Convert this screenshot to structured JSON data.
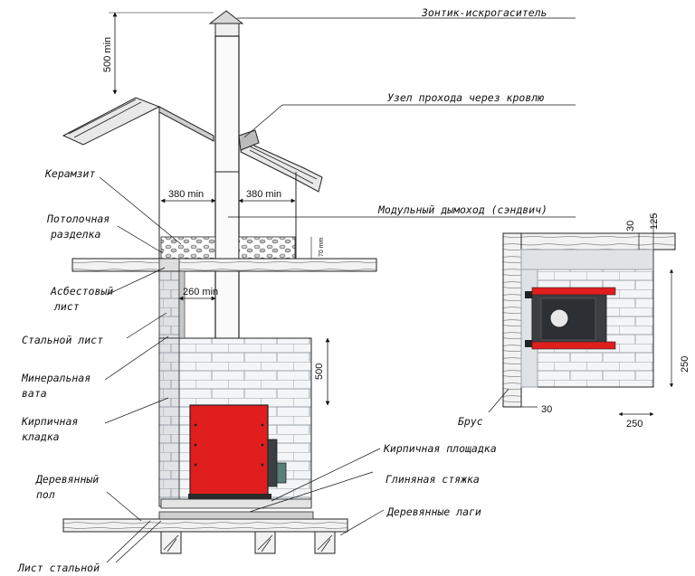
{
  "labels": {
    "spark_arrester": "Зонтик-искрогаситель",
    "roof_pass": "Узел прохода через кровлю",
    "modular_chimney": "Модульный дымоход (сэндвич)",
    "keramzit": "Керамзит",
    "ceiling_cut_1": "Потолочная",
    "ceiling_cut_2": "разделка",
    "asbestos_1": "Асбестовый",
    "asbestos_2": "лист",
    "steel_sheet": "Стальной лист",
    "mineral_wool_1": "Минеральная",
    "mineral_wool_2": "вата",
    "brickwork_1": "Кирпичная",
    "brickwork_2": "кладка",
    "wood_floor_1": "Деревянный",
    "wood_floor_2": "пол",
    "steel_sheet_floor": "Лист стальной",
    "brick_platform": "Кирпичная площадка",
    "clay_screed": "Глиняная стяжка",
    "wood_joists": "Деревянные лаги",
    "beam": "Брус"
  },
  "dimensions": {
    "top_min": "500 min",
    "left_gap": "380 min",
    "right_gap": "380 min",
    "side_gap": "260 min",
    "wall_500": "500",
    "layer_70": "70 mm",
    "plan_30_top": "30",
    "plan_125": "125",
    "plan_250_side": "250",
    "plan_30_bottom": "30",
    "plan_250_bottom": "250"
  }
}
